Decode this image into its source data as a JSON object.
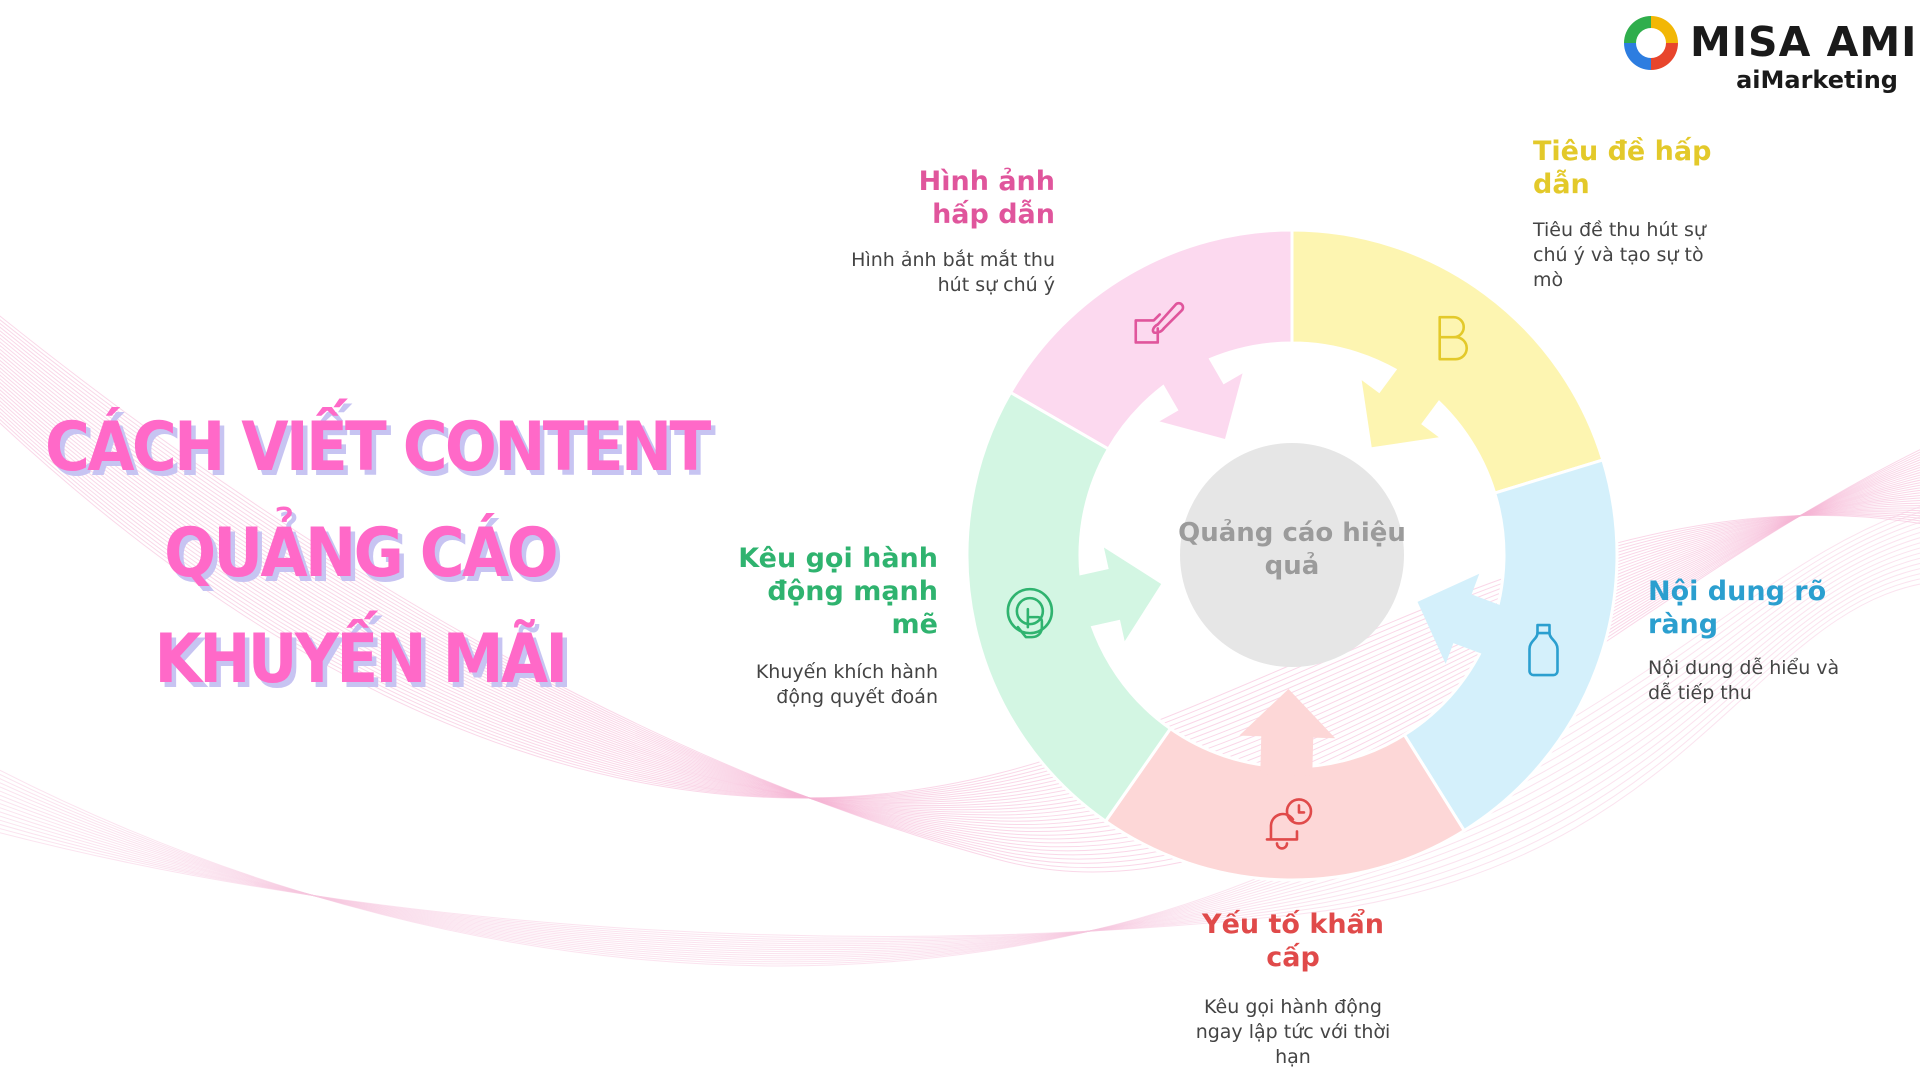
{
  "logo": {
    "name": "MISA AMIS",
    "sub": "aiMarketing"
  },
  "headline": {
    "line1": "CÁCH VIẾT CONTENT",
    "line2": "QUẢNG CÁO",
    "line3": "KHUYẾN MÃI",
    "color": "#ff69c8",
    "shadow_color": "#c7c4f2"
  },
  "diagram": {
    "center": "Quảng cáo hiệu quả",
    "segments": [
      {
        "id": "hinh-anh",
        "title": "Hình ảnh hấp dẫn",
        "desc": "Hình ảnh bắt mắt thu hút sự chú ý",
        "icon": "paintbrush-icon",
        "fill": "#fcd9ef",
        "accent": "#e0559c"
      },
      {
        "id": "tieu-de",
        "title": "Tiêu đề hấp dẫn",
        "desc": "Tiêu đề thu hút sự chú ý và tạo sự tò mò",
        "icon": "bold-b-icon",
        "fill": "#fdf5b1",
        "accent": "#e3c92a"
      },
      {
        "id": "noi-dung",
        "title": "Nội dung rõ ràng",
        "desc": "Nội dung dễ hiểu và dễ tiếp thu",
        "icon": "bottle-icon",
        "fill": "#d4f0fb",
        "accent": "#2b9fcf"
      },
      {
        "id": "khan-cap",
        "title": "Yếu tố khẩn cấp",
        "desc": "Kêu gọi hành động ngay lập tức với thời hạn",
        "icon": "alarm-bell-icon",
        "fill": "#fdd7d7",
        "accent": "#e04a4a"
      },
      {
        "id": "keu-goi",
        "title": "Kêu gọi hành động mạnh mẽ",
        "desc": "Khuyến khích hành động quyết đoán",
        "icon": "tap-hand-icon",
        "fill": "#d3f6e3",
        "accent": "#2fb36f"
      }
    ]
  }
}
